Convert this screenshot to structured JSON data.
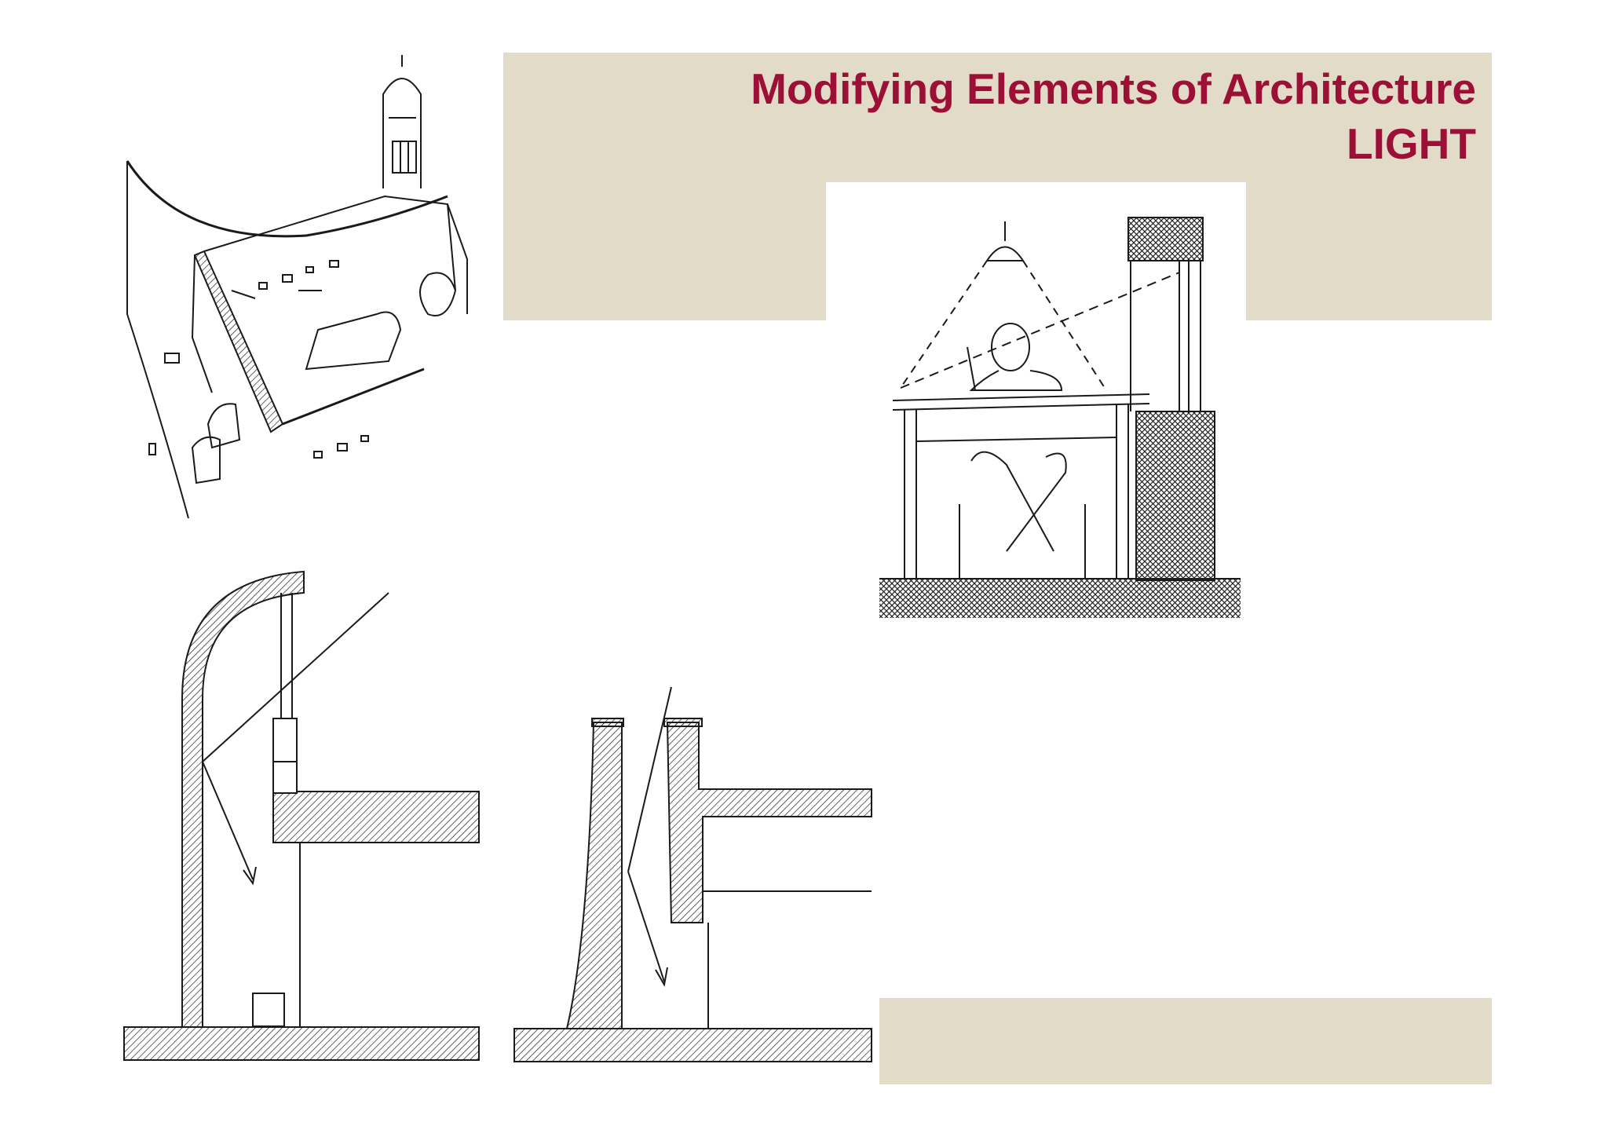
{
  "slide": {
    "title": "Modifying Elements of Architecture",
    "subtitle": "LIGHT",
    "colors": {
      "accent": "#9c0f36",
      "panel": "#e1dbc7",
      "ink": "#1a1a1a"
    }
  },
  "figures": [
    {
      "name": "chapel-axonometric"
    },
    {
      "name": "desk-light-section"
    },
    {
      "name": "wall-light-section-curved"
    },
    {
      "name": "wall-light-section-thick"
    }
  ]
}
